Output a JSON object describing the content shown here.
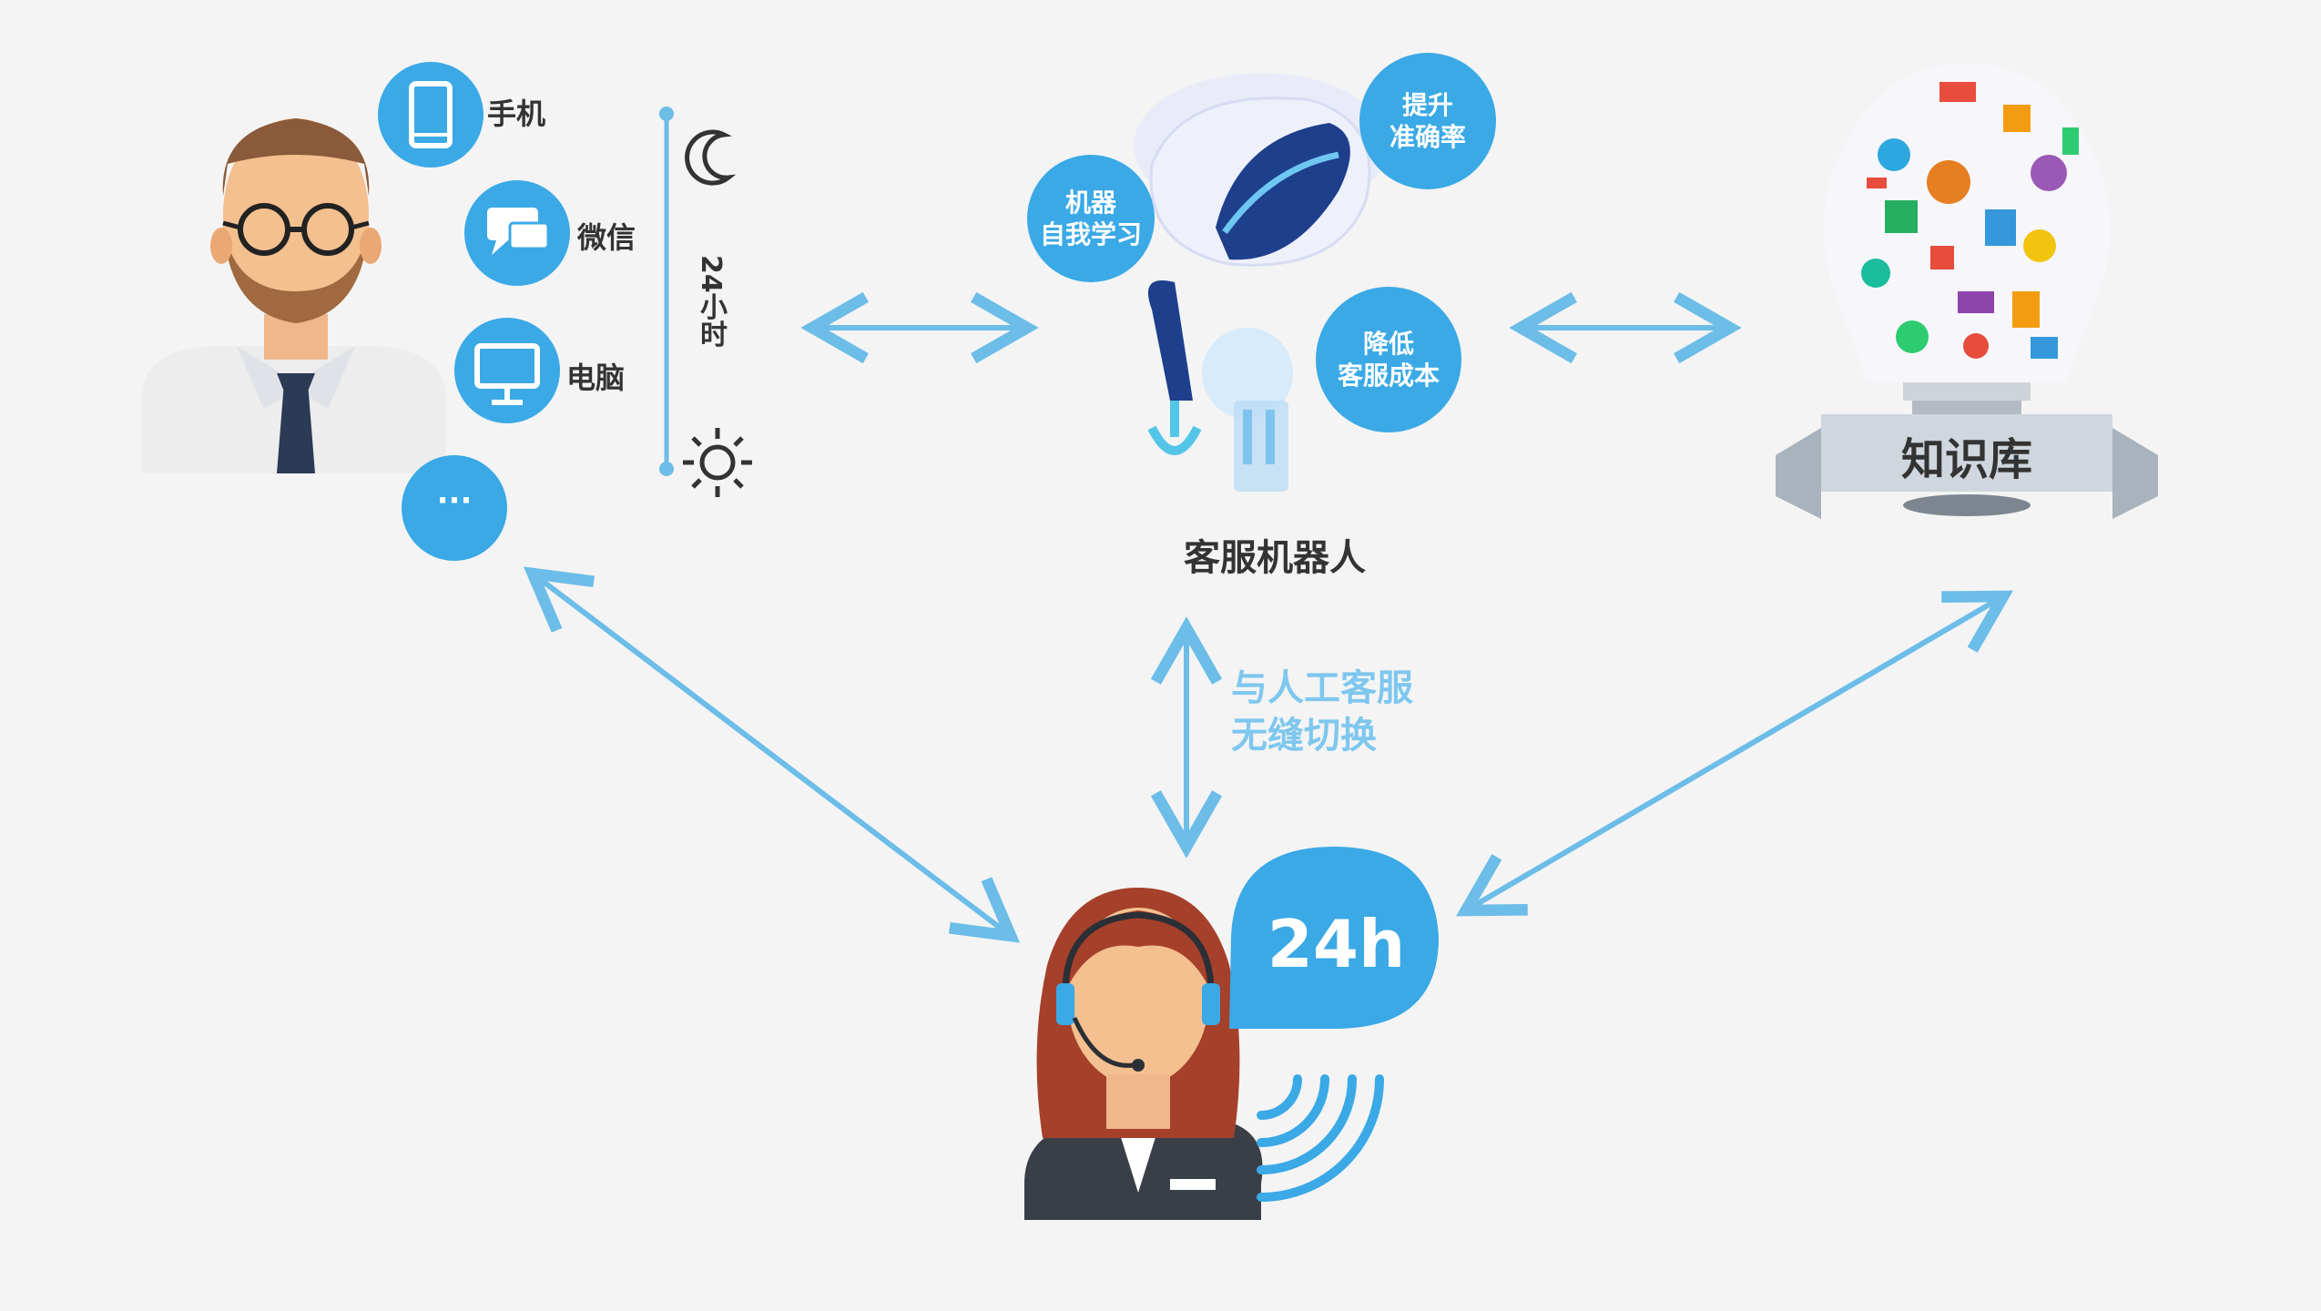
{
  "channels": {
    "phone": "手机",
    "wechat": "微信",
    "computer": "电脑",
    "more": "···"
  },
  "timeline_label": "24小时",
  "robot": {
    "caption": "客服机器人",
    "bubble_learn": [
      "机器",
      "自我学习"
    ],
    "bubble_accuracy": [
      "提升",
      "准确率"
    ],
    "bubble_cost": [
      "降低",
      "客服成本"
    ]
  },
  "knowledge_base_label": "知识库",
  "switch_label": [
    "与人工客服",
    "无缝切换"
  ],
  "hours_badge": "24h",
  "colors": {
    "accent_blue": "#3aa9e6",
    "arrow_blue": "#6cbde8",
    "background": "#f4f4f4"
  },
  "icons": [
    "user-man-icon",
    "phone-icon",
    "chat-icon",
    "monitor-icon",
    "more-icon",
    "moon-icon",
    "sun-icon",
    "robot-icon",
    "lightbulb-knowledge-icon",
    "agent-woman-icon",
    "signal-waves-icon"
  ]
}
